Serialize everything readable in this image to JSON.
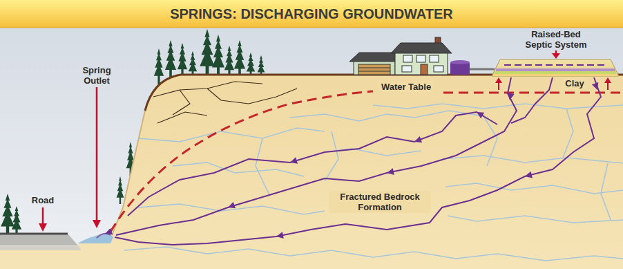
{
  "diagram": {
    "title": "SPRINGS: DISCHARGING GROUNDWATER",
    "labels": [
      "Raised-Bed Septic System",
      "Spring Outlet",
      "Water Table",
      "Clay",
      "Road",
      "Fractured Bedrock Formation"
    ]
  }
}
